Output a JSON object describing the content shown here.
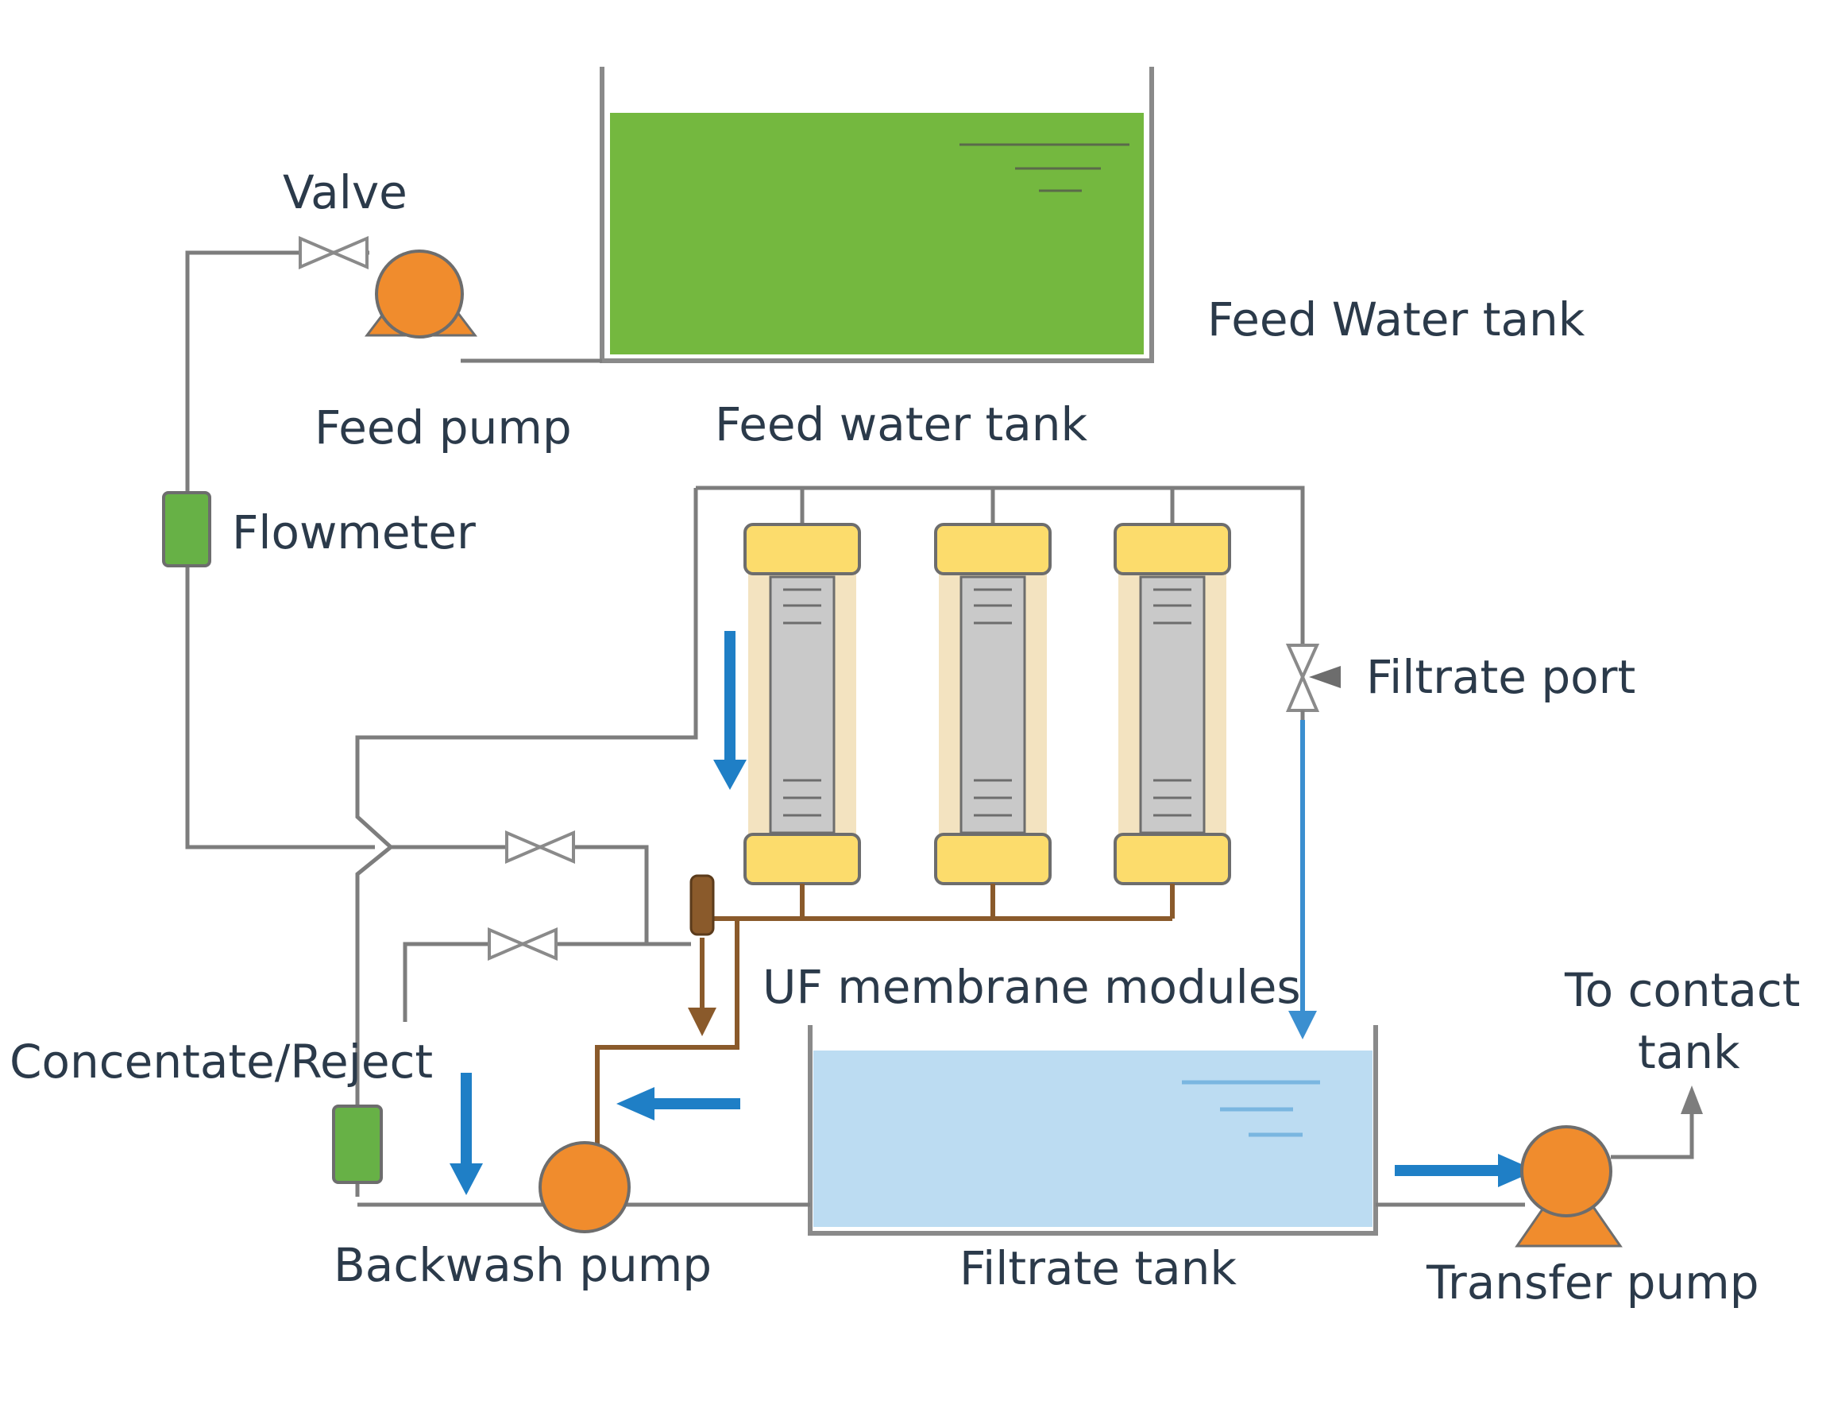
{
  "labels": {
    "valve": "Valve",
    "feed_pump": "Feed pump",
    "feed_water_tank_right": "Feed Water tank",
    "feed_water_tank_below": "Feed water tank",
    "flowmeter": "Flowmeter",
    "filtrate_port": "Filtrate port",
    "uf_membrane_modules": "UF membrane modules",
    "to_contact_tank_line1": "To contact",
    "to_contact_tank_line2": "tank",
    "concentrate_reject": "Concentate/Reject",
    "backwash_pump": "Backwash pump",
    "filtrate_tank": "Filtrate tank",
    "transfer_pump": "Transfer pump"
  },
  "colors": {
    "feed_water": "#74b83f",
    "filtrate_water": "#bcdcf2",
    "pump_orange": "#f08c2d",
    "flowmeter_green": "#67b146",
    "module_cap_yellow": "#fcdc6c",
    "module_body_gray": "#c9c9c9",
    "arrow_blue": "#1f7fc6",
    "backwash_brown": "#8a5a2b"
  }
}
